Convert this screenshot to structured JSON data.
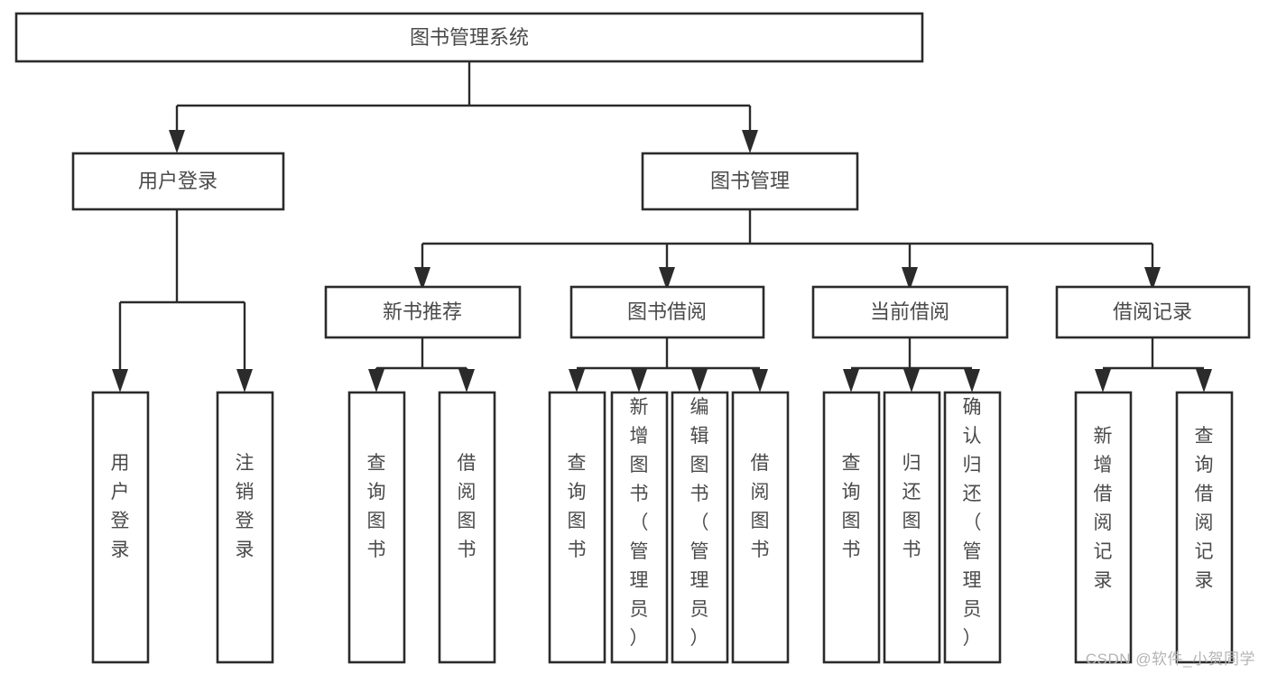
{
  "diagram": {
    "type": "tree-hierarchy",
    "title": "图书管理系统",
    "watermark": "CSDN @软件_小贺同学",
    "colors": {
      "stroke": "#2b2b2b",
      "fill": "#ffffff",
      "text": "#4a4a4a",
      "watermark": "#b4b4b4"
    },
    "root": {
      "label": "图书管理系统"
    },
    "level2": [
      {
        "label": "用户登录"
      },
      {
        "label": "图书管理"
      }
    ],
    "level3": [
      {
        "label": "新书推荐"
      },
      {
        "label": "图书借阅"
      },
      {
        "label": "当前借阅"
      },
      {
        "label": "借阅记录"
      }
    ],
    "leaves": {
      "user_login": [
        {
          "label": "用户登录"
        },
        {
          "label": "注销登录"
        }
      ],
      "new_book_recommend": [
        {
          "label": "查询图书"
        },
        {
          "label": "借阅图书"
        }
      ],
      "book_borrow": [
        {
          "label": "查询图书"
        },
        {
          "label": "新增图书（管理员）"
        },
        {
          "label": "编辑图书（管理员）"
        },
        {
          "label": "借阅图书"
        }
      ],
      "current_borrow": [
        {
          "label": "查询图书"
        },
        {
          "label": "归还图书"
        },
        {
          "label": "确认归还（管理员）"
        }
      ],
      "borrow_record": [
        {
          "label": "新增借阅记录"
        },
        {
          "label": "查询借阅记录"
        }
      ]
    }
  }
}
